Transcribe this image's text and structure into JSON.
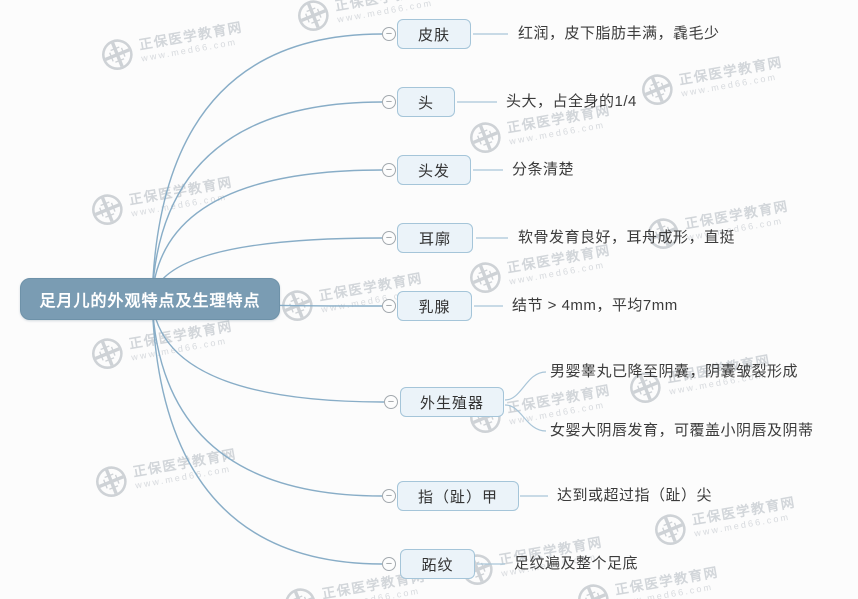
{
  "watermark": {
    "brand": "正保医学教育网",
    "url": "www.med66.com",
    "color": "#d2d6da"
  },
  "mindmap": {
    "root": {
      "label": "足月儿的外观特点及生理特点",
      "bg": "#7a9cb3",
      "text_color": "#ffffff"
    },
    "branches": [
      {
        "id": "skin",
        "label": "皮肤",
        "leaves": [
          "红润，皮下脂肪丰满，毳毛少"
        ]
      },
      {
        "id": "head",
        "label": "头",
        "leaves": [
          "头大，占全身的1/4"
        ]
      },
      {
        "id": "hair",
        "label": "头发",
        "leaves": [
          "分条清楚"
        ]
      },
      {
        "id": "auricle",
        "label": "耳廓",
        "leaves": [
          "软骨发育良好，耳舟成形，直挺"
        ]
      },
      {
        "id": "breast",
        "label": "乳腺",
        "leaves": [
          "结节 > 4mm，平均7mm"
        ]
      },
      {
        "id": "genitalia",
        "label": "外生殖器",
        "leaves": [
          "男婴睾丸已降至阴囊，阴囊皱裂形成",
          "女婴大阴唇发育，可覆盖小阴唇及阴蒂"
        ]
      },
      {
        "id": "nails",
        "label": "指（趾）甲",
        "leaves": [
          "达到或超过指（趾）尖"
        ]
      },
      {
        "id": "plantar",
        "label": "跖纹",
        "leaves": [
          "足纹遍及整个足底"
        ]
      }
    ],
    "collapse_glyph": "−",
    "colors": {
      "edge": "#88adc7",
      "leaf_edge": "#a9c5d8",
      "topic_bg": "#ebf3f9",
      "topic_border": "#a5c5d9",
      "leaf_text": "#3b3b3b"
    }
  }
}
